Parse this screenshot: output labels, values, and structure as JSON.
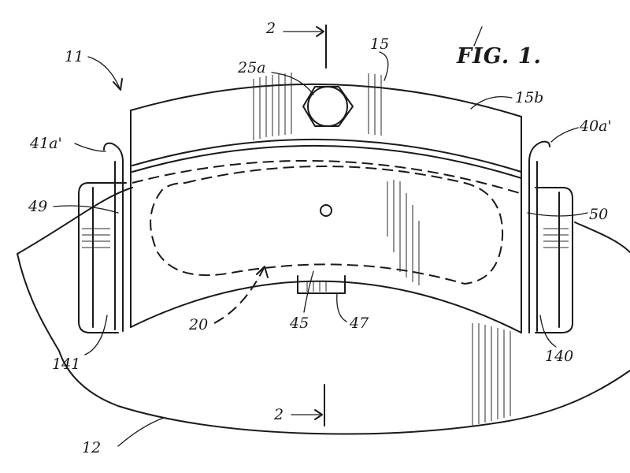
{
  "figure": {
    "title": "FIG. 1."
  },
  "labels": {
    "l11": "11",
    "l15": "15",
    "l15b": "15b",
    "l25a": "25a",
    "l41a": "41a'",
    "l40a": "40a'",
    "l49": "49",
    "l50": "50",
    "l20": "20",
    "l45": "45",
    "l47": "47",
    "l141": "141",
    "l140": "140",
    "l12": "12",
    "sectionTop": "2",
    "sectionBottom": "2"
  }
}
